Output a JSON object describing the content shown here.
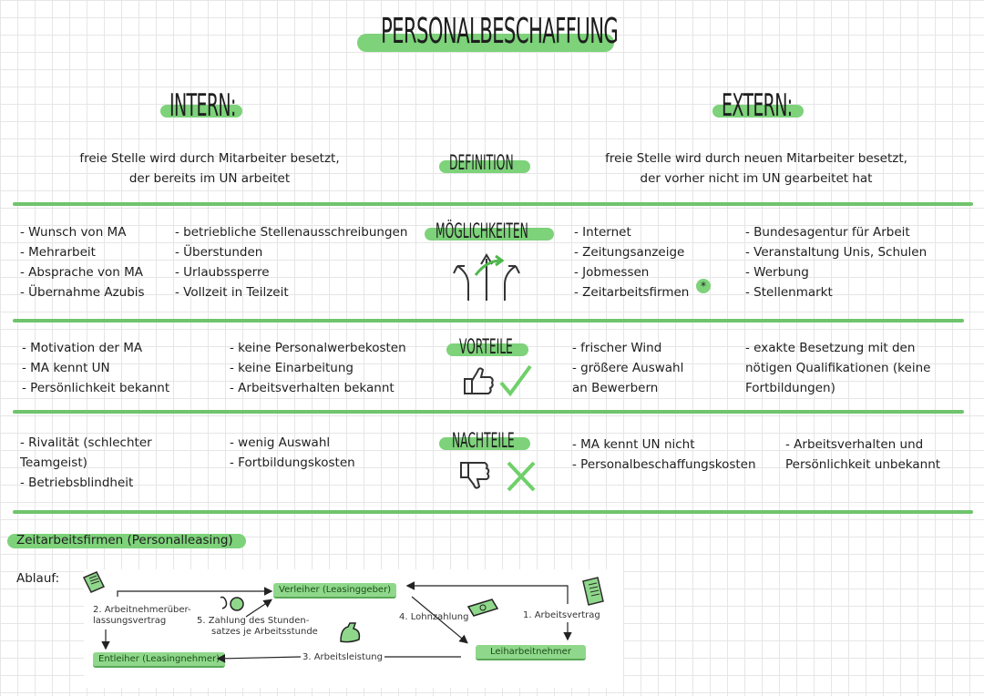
{
  "title": "PERSONALBESCHAFFUNG",
  "headers": {
    "intern": "INTERN:",
    "extern": "EXTERN:"
  },
  "definition": {
    "label": "DEFINITION",
    "intern": [
      "freie Stelle wird durch Mitarbeiter besetzt,",
      "der bereits im UN arbeitet"
    ],
    "extern": [
      "freie Stelle wird durch neuen Mitarbeiter besetzt,",
      "der vorher nicht im UN gearbeitet hat"
    ]
  },
  "moeglichkeiten": {
    "label": "MÖGLICHKEITEN",
    "intern_a": [
      "- Wunsch von MA",
      "- Mehrarbeit",
      "- Absprache von MA",
      "- Übernahme Azubis"
    ],
    "intern_b": [
      "- betriebliche Stellenausschreibungen",
      "- Überstunden",
      "- Urlaubssperre",
      "- Vollzeit in Teilzeit"
    ],
    "extern_a": [
      "- Internet",
      "- Zeitungsanzeige",
      "- Jobmessen",
      "- Zeitarbeitsfirmen"
    ],
    "extern_a_marker": "*",
    "extern_b": [
      "- Bundesagentur für Arbeit",
      "- Veranstaltung Unis, Schulen",
      "- Werbung",
      "- Stellenmarkt"
    ]
  },
  "vorteile": {
    "label": "VORTEILE",
    "intern_a": [
      "- Motivation der MA",
      "- MA kennt UN",
      "- Persönlichkeit bekannt"
    ],
    "intern_b": [
      "- keine Personalwerbekosten",
      "- keine Einarbeitung",
      "- Arbeitsverhalten bekannt"
    ],
    "extern_a": [
      "- frischer Wind",
      "- größere Auswahl",
      "an Bewerbern"
    ],
    "extern_b": [
      "- exakte Besetzung mit den",
      "nötigen Qualifikationen (keine",
      "Fortbildungen)"
    ]
  },
  "nachteile": {
    "label": "NACHTEILE",
    "intern_a": [
      "- Rivalität (schlechter",
      "Teamgeist)",
      "- Betriebsblindheit"
    ],
    "intern_b": [
      "- wenig Auswahl",
      "- Fortbildungskosten"
    ],
    "extern_a": [
      "- MA kennt UN nicht",
      "- Personalbeschaffungskosten"
    ],
    "extern_b": [
      "- Arbeitsverhalten und",
      "Persönlichkeit unbekannt"
    ]
  },
  "zeitarbeit": {
    "heading": "Zeitarbeitsfirmen (Personalleasing)",
    "ablauf_label": "Ablauf:",
    "verleiher": "Verleiher (Leasinggeber)",
    "entleiher": "Entleiher (Leasingnehmer)",
    "leiharbeitnehmer": "Leiharbeitnehmer",
    "step1": "1. Arbeitsvertrag",
    "step2": [
      "2. Arbeitnehmerüber-",
      "lassungsvertrag"
    ],
    "step3": "3. Arbeitsleistung",
    "step4": "4. Lohnzahlung",
    "step5": [
      "5. Zahlung des Stunden-",
      "satzes je Arbeitsstunde"
    ]
  },
  "colors": {
    "accent": "#7dd27a",
    "rule": "#6fc46c",
    "grid": "#e6e6e6"
  }
}
